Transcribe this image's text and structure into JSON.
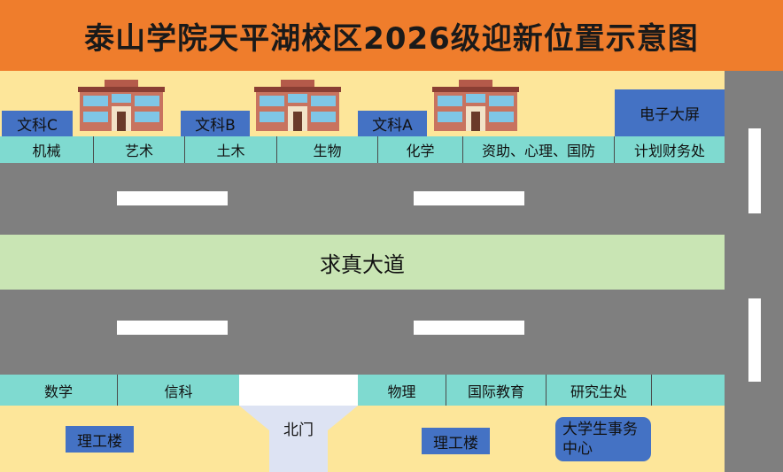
{
  "header": {
    "title": "泰山学院天平湖校区2026级迎新位置示意图"
  },
  "top_labels": {
    "wenke_c": "文科C",
    "wenke_b": "文科B",
    "wenke_a": "文科A",
    "screen": "电子大屏"
  },
  "top_strip": [
    "机械",
    "艺术",
    "土木",
    "生物",
    "化学",
    "资助、心理、国防",
    "计划财务处"
  ],
  "boulevard": {
    "name": "求真大道"
  },
  "bottom_left_strip": [
    "数学",
    "信科"
  ],
  "bottom_right_strip": [
    "物理",
    "国际教育",
    "研究生处",
    ""
  ],
  "gate": {
    "name": "北门"
  },
  "bottom_labels": {
    "ligong_left": "理工楼",
    "ligong_right": "理工楼",
    "student_center": "大学生事务中心"
  },
  "colors": {
    "header": "#ef7d2c",
    "campus": "#fde69a",
    "road": "#7f7f7f",
    "boulevard": "#c9e5b4",
    "strip": "#7fdad0",
    "label": "#4472c4",
    "gate": "#dde3f3"
  }
}
